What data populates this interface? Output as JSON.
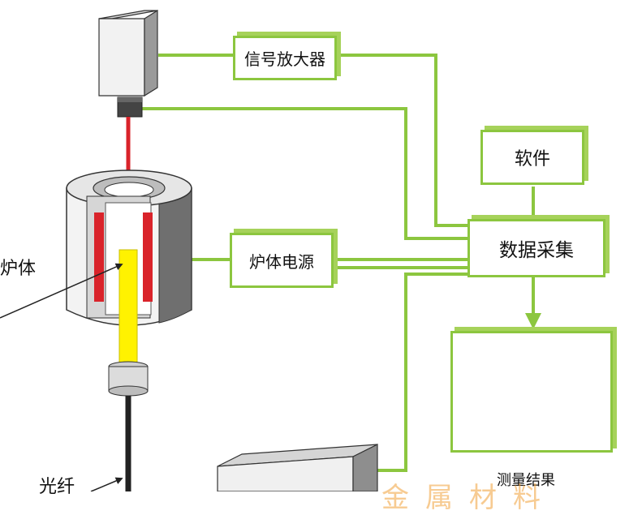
{
  "blocks": {
    "amplifier": "信号放大器",
    "software": "软件",
    "daq": "数据采集",
    "furnace_power": "炉体电源",
    "result": "测量结果"
  },
  "labels": {
    "furnace": "炉体",
    "fiber": "光纤"
  },
  "watermark": "金属材料",
  "colors": {
    "line": "#8cc63f",
    "laser": "#d9232a",
    "sample": "#fff200",
    "curve": "#d9232a"
  }
}
